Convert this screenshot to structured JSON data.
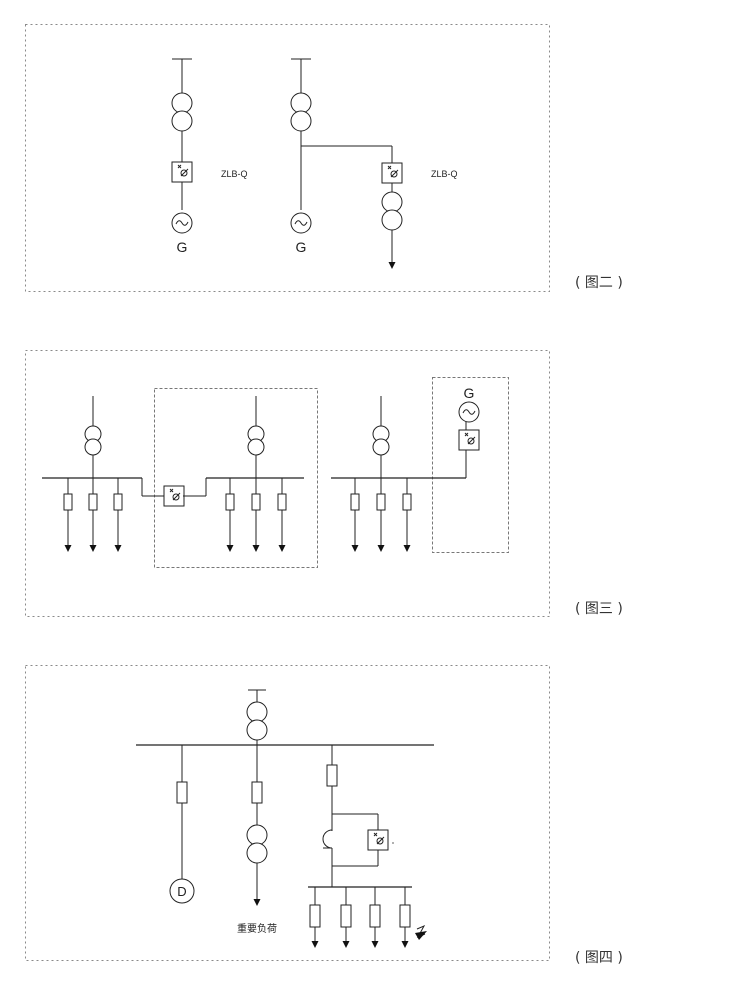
{
  "figures": [
    {
      "caption": "( 图二 )",
      "labels": {
        "device_left": "ZLB-Q",
        "device_right": "ZLB-Q",
        "gen_left": "G",
        "gen_right": "G"
      }
    },
    {
      "caption": "( 图三 )",
      "labels": {
        "gen": "G"
      }
    },
    {
      "caption": "( 图四 )",
      "labels": {
        "motor": "D",
        "important_load": "重要负荷"
      }
    }
  ]
}
